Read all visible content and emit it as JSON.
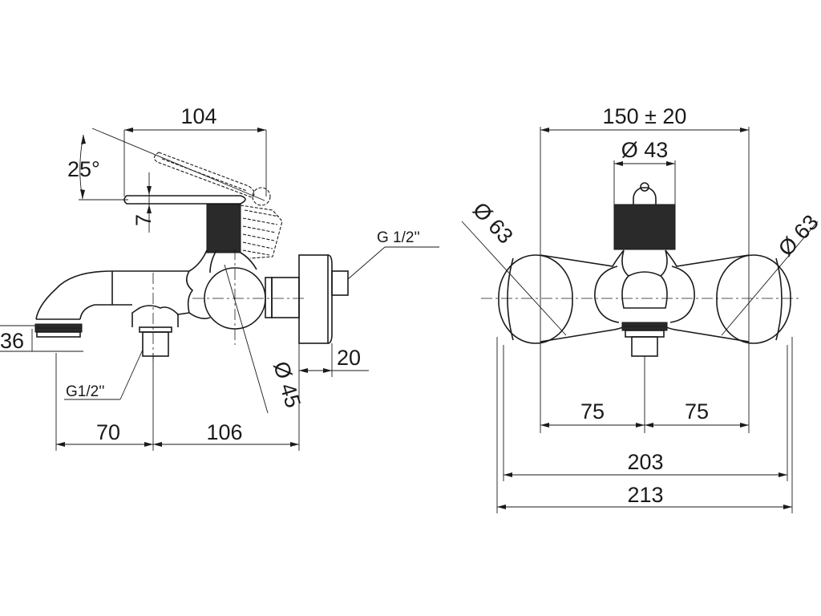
{
  "side_view": {
    "dim_top_width": "104",
    "dim_angle": "25°",
    "dim_handle_thickness": "7",
    "thread_outlet": "G 1/2''",
    "dim_spout_height": "36",
    "thread_spout": "G1/2''",
    "dim_body_diameter": "Ø 45",
    "dim_flange": "20",
    "dim_spout_reach": "70",
    "dim_body_depth": "106"
  },
  "front_view": {
    "dim_centers": "150 ± 20",
    "dim_cartridge": "Ø 43",
    "dim_left_cover": "Ø 63",
    "dim_right_cover": "Ø 63",
    "dim_half_left": "75",
    "dim_half_right": "75",
    "dim_body_width": "203",
    "dim_overall_width": "213"
  }
}
